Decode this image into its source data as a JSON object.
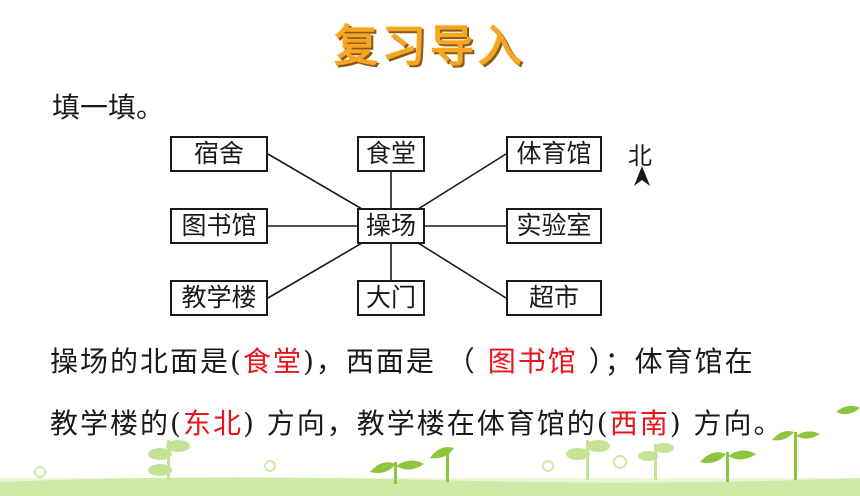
{
  "title": "复习导入",
  "intro": "填一填。",
  "diagram": {
    "center": "操场",
    "north_label": "北",
    "places": {
      "nw": "宿舍",
      "n": "食堂",
      "ne": "体育馆",
      "w": "图书馆",
      "e": "实验室",
      "sw": "教学楼",
      "s": "大门",
      "se": "超市"
    }
  },
  "sentence1": {
    "p1": "操场的北面是(",
    "a1": "食堂",
    "p2": ")，西面是 （ ",
    "a2": "图书馆",
    "p3": " ）；体育馆在"
  },
  "sentence2": {
    "p1": "教学楼的(",
    "a1": "东北",
    "p2": ") 方向，教学楼在体育馆的(",
    "a2": "西南",
    "p3": ") 方向。"
  },
  "colors": {
    "answer": "#e8141c",
    "title": "#f6a623",
    "grass": "#8cc63f"
  }
}
